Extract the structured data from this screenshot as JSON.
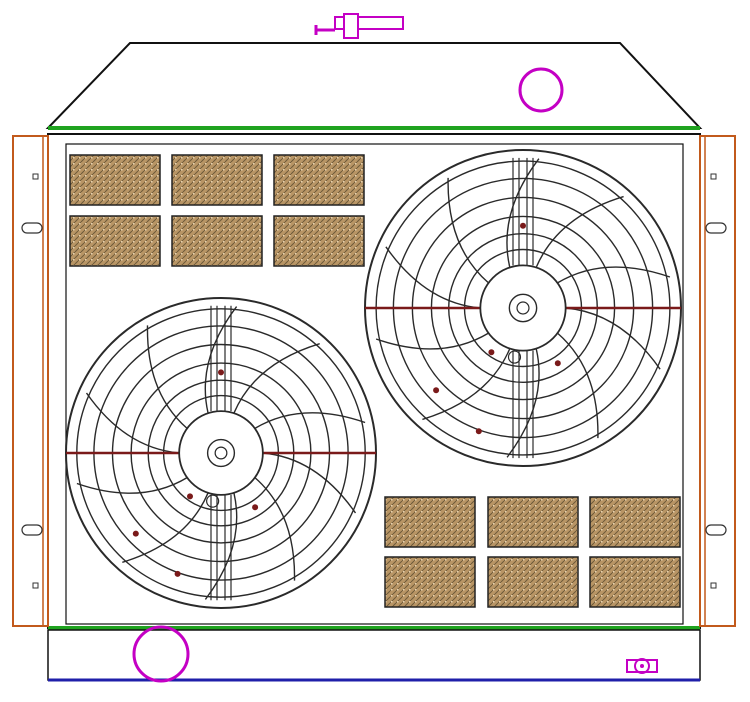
{
  "colors": {
    "background": "#ffffff",
    "outline": "#111111",
    "green_bar": "#1fa31f",
    "bottom_line": "#1f1faa",
    "bracket": "#c25a1c",
    "magenta": "#c400c4",
    "mesh_fill": "#b89565",
    "mesh_texture": "#6e5a3a",
    "mesh_border": "#222222",
    "fan_line": "#2a2a2a",
    "mount_dot": "#7a1a1a"
  },
  "components": {
    "top_tank": "top-tank",
    "bottom_tank": "bottom-tank",
    "radiator_core": "radiator-core",
    "filler_neck": "filler-neck-icon",
    "upper_hose_outlet": "upper-hose-outlet-icon",
    "lower_hose_outlet": "lower-hose-outlet-icon",
    "drain_petcock": "drain-petcock-icon",
    "left_bracket": "left-mounting-bracket",
    "right_bracket": "right-mounting-bracket",
    "fans": [
      "fan-left-icon",
      "fan-right-icon"
    ],
    "mesh_panel_count": 12
  }
}
